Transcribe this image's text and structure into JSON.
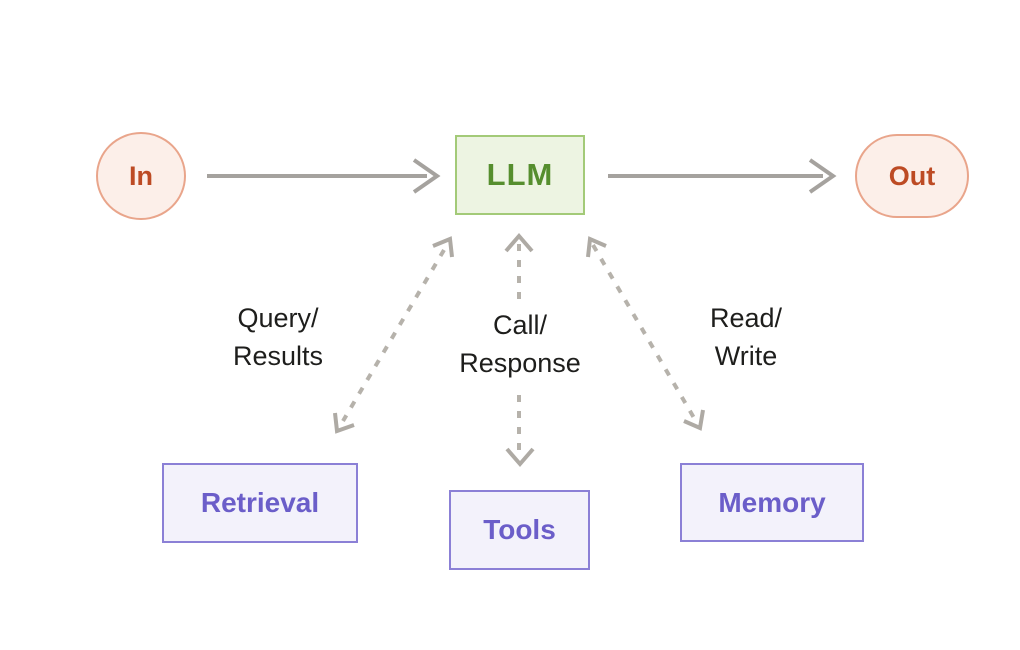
{
  "nodes": {
    "in": {
      "label": "In"
    },
    "llm": {
      "label": "LLM"
    },
    "out": {
      "label": "Out"
    },
    "retrieval": {
      "label": "Retrieval"
    },
    "tools": {
      "label": "Tools"
    },
    "memory": {
      "label": "Memory"
    }
  },
  "edges": {
    "query_results": {
      "lines": [
        "Query/",
        "Results"
      ]
    },
    "call_response": {
      "lines": [
        "Call/",
        "Response"
      ]
    },
    "read_write": {
      "lines": [
        "Read/",
        "Write"
      ]
    }
  },
  "colors": {
    "io_fill": "#fcefe9",
    "io_border": "#e9a58b",
    "io_text": "#bd4b24",
    "llm_fill": "#edf4e2",
    "llm_border": "#a3ca78",
    "llm_text": "#568e2e",
    "module_fill": "#f3f2fb",
    "module_border": "#8b80d6",
    "module_text": "#6b5ec9",
    "solid_arrow": "#a5a29e",
    "dashed_arrow": "#b6b2ab",
    "dashed_arrow_head": "#aeaaa4",
    "label_text": "#1e1e1c"
  }
}
